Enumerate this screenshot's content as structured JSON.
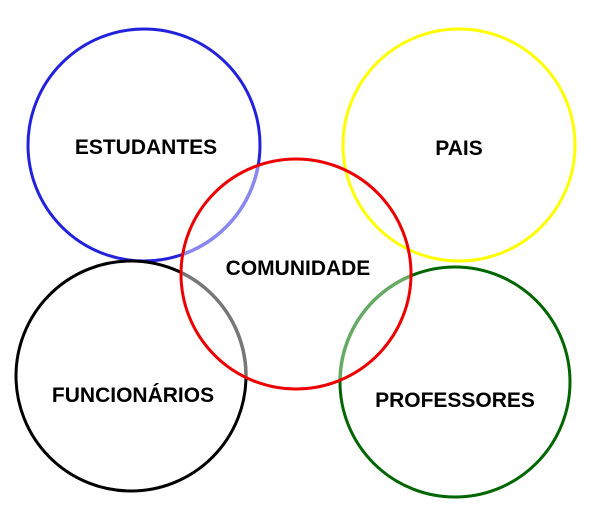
{
  "diagram": {
    "circles": [
      {
        "id": "estudantes",
        "label": "ESTUDANTES",
        "color": "#2222dd"
      },
      {
        "id": "pais",
        "label": "PAIS",
        "color": "#ffff00"
      },
      {
        "id": "funcionarios",
        "label": "FUNCIONÁRIOS",
        "color": "#000000"
      },
      {
        "id": "professores",
        "label": "PROFESSORES",
        "color": "#006600"
      },
      {
        "id": "comunidade",
        "label": "COMUNIDADE",
        "color": "#ee0000"
      }
    ],
    "overlap_colors": {
      "estudantes_over_comunidade": "#8888ee",
      "funcionarios_over_comunidade": "#777777",
      "professores_over_comunidade": "#66aa66"
    }
  }
}
